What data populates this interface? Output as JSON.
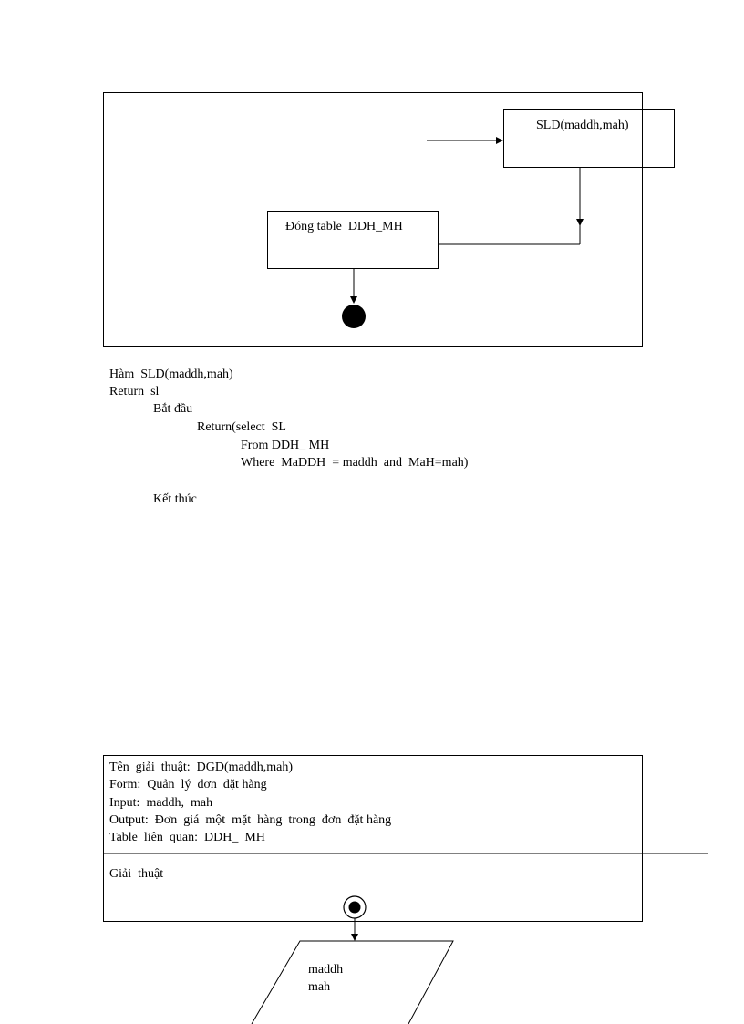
{
  "diagram1": {
    "node_sld": "SLD(maddh,mah)",
    "node_close": "Đóng table  DDH_MH"
  },
  "func": {
    "line1": "Hàm  SLD(maddh,mah)",
    "line2": "Return  sl",
    "begin": "Bắt đầu",
    "ret": "Return(select  SL",
    "from": "From DDH_ MH",
    "where": "Where  MaDDH  = maddh  and  MaH=mah)",
    "end": "Kết thúc"
  },
  "spec": {
    "name": "Tên  giải  thuật:  DGD(maddh,mah)",
    "form": "Form:  Quản  lý  đơn  đặt hàng",
    "input": "Input:  maddh,  mah",
    "output": "Output:  Đơn  giá  một  mặt  hàng  trong  đơn  đặt hàng",
    "table": "Table  liên  quan:  DDH_  MH",
    "algo_label": "Giải  thuật"
  },
  "input_node": {
    "line1": "maddh",
    "line2": "mah"
  }
}
